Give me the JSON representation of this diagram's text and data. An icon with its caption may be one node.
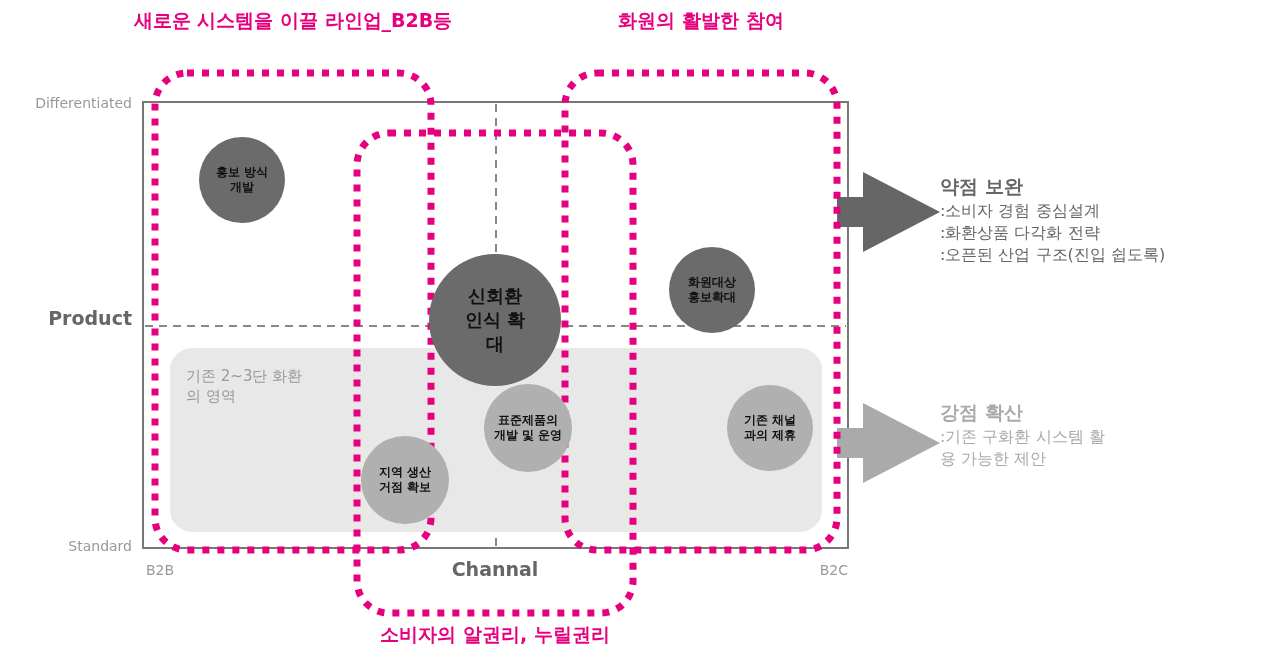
{
  "diagram": {
    "nodes": [
      {
        "text": [
          "새로운 시스템을 이끌 라인업_B2B등"
        ]
      },
      {
        "text": [
          "화원의 활발한 참여"
        ]
      },
      {
        "text": [
          "소비자의 알권리, 누릴권리"
        ]
      },
      {
        "text": [
          "기존 2~3단 화환의 영역"
        ]
      },
      {
        "text": [
          "홍보 방식 개발"
        ],
        "in": 0
      },
      {
        "text": [
          "신회환 인식 확대"
        ],
        "in": 2
      },
      {
        "text": [
          "화원대상 홍보확대"
        ],
        "in": 1
      },
      {
        "text": [
          "표준제품의 개발 및 운영"
        ]
      },
      {
        "text": [
          "지역 생산 거점 확보"
        ]
      },
      {
        "text": [
          "기존 채널과의 제휴"
        ]
      },
      {
        "text": [
          "약점 보완",
          ":소비자 경험 중심설계",
          ":화환상품 다각화 전략",
          ":오픈된 산업 구조(진입 쉽도록)"
        ]
      },
      {
        "text": [
          "강점 확산",
          ":기존 구화환 시스템 활용 가능한 제안"
        ]
      }
    ],
    "edges": [
      {
        "from": 1,
        "to": 10,
        "arrow": "to",
        "color": "#666666"
      },
      {
        "from": 1,
        "to": 11,
        "arrow": "to",
        "color": "#aaaaaa"
      }
    ],
    "labels": [
      "Differentiated",
      "Product",
      "Standard",
      "B2B",
      "Channal",
      "B2C"
    ]
  }
}
